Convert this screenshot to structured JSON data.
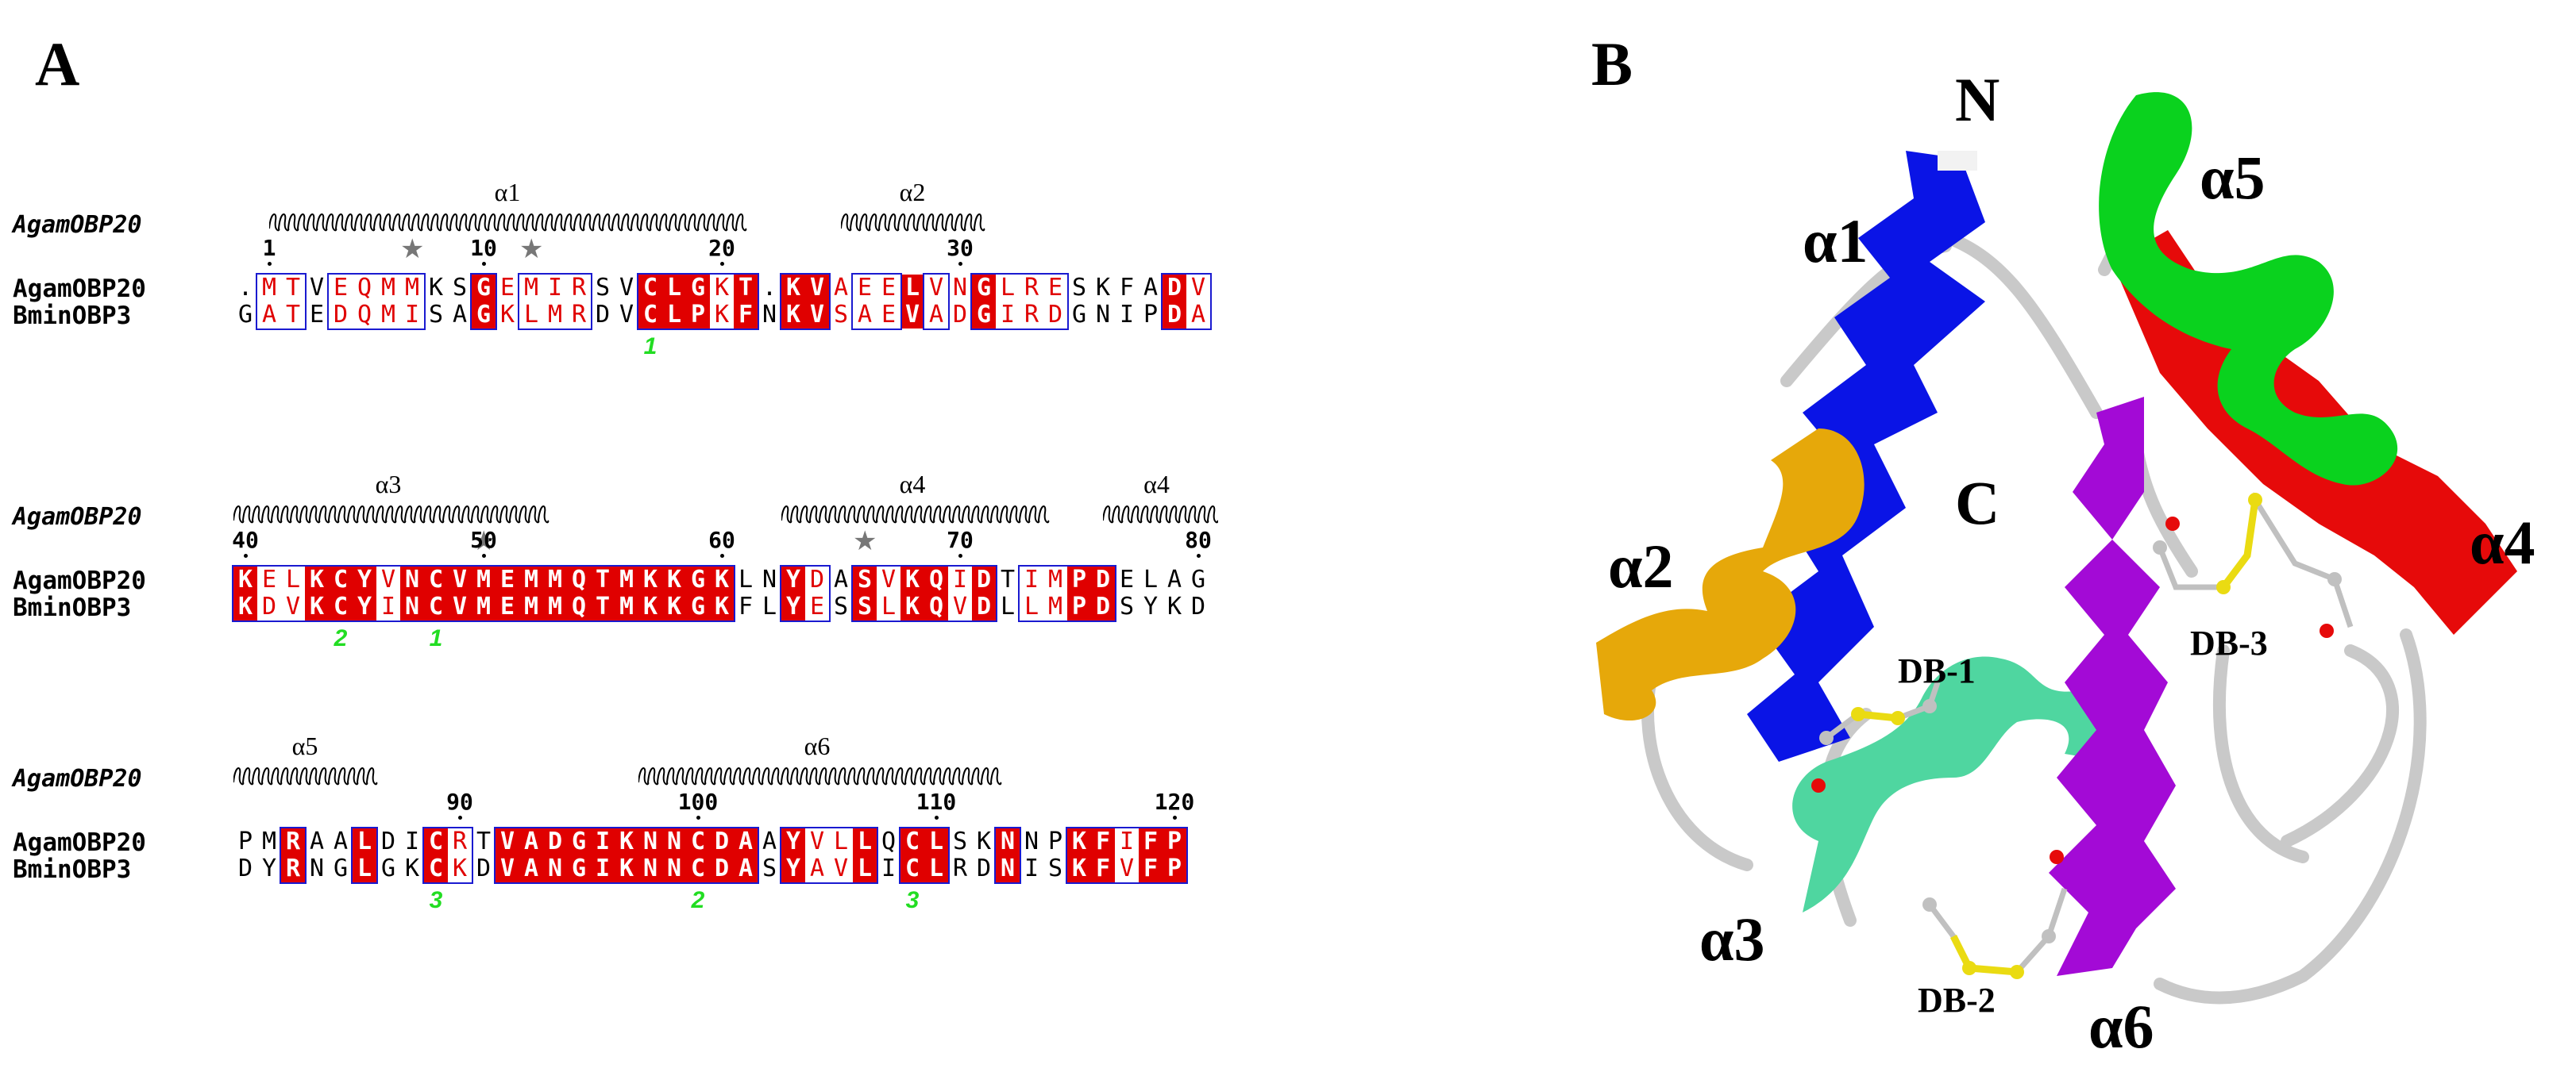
{
  "panels": {
    "a_label": "A",
    "b_label": "B"
  },
  "colors": {
    "conserved_bg": "#e00000",
    "similar_text": "#e00000",
    "box_border": "#1a1ad0",
    "disulfide_label": "#22dd22",
    "star": "#777777"
  },
  "alignment": {
    "title": "AgamOBP20",
    "rows": [
      {
        "start_index": 0,
        "names": [
          "AgamOBP20",
          "BminOBP3"
        ],
        "seq1": ".MTVEQMMKSGEMIRSVCLGKT.KVAEELVNGLRESKFADV",
        "seq2": "GATEDQMISAGKLMRDVCLPKFNKVSAEVADGIRDGNIPDA",
        "conserved": [
          10,
          17,
          18,
          19,
          21,
          23,
          24,
          28,
          31,
          39
        ],
        "similar": [
          1,
          2,
          4,
          5,
          6,
          7,
          11,
          12,
          13,
          14,
          20,
          25,
          26,
          27,
          29,
          30,
          32,
          33,
          34,
          40
        ],
        "boxes": [
          [
            1,
            2
          ],
          [
            4,
            7
          ],
          [
            10,
            10
          ],
          [
            12,
            14
          ],
          [
            17,
            21
          ],
          [
            23,
            24
          ],
          [
            26,
            27
          ],
          [
            29,
            29
          ],
          [
            31,
            34
          ],
          [
            39,
            40
          ]
        ],
        "numbers": [
          {
            "pos": 1,
            "label": "1"
          },
          {
            "pos": 10,
            "label": "10"
          },
          {
            "pos": 20,
            "label": "20"
          },
          {
            "pos": 30,
            "label": "30"
          }
        ],
        "stars": [
          7,
          12
        ],
        "ss_numbers": [
          {
            "pos": 17,
            "label": "1"
          }
        ],
        "helices": [
          {
            "label": "α1",
            "from": 1.5,
            "to": 21.5
          },
          {
            "label": "α2",
            "from": 25.5,
            "to": 31.5
          }
        ]
      },
      {
        "start_index": 40,
        "names": [
          "AgamOBP20",
          "BminOBP3"
        ],
        "seq1": "KELKCYVNCVMEMMQTMKKGKLNYDASVKQIDTIMPDELAG",
        "seq2": "KDVKCYINCVMEMMQTMKKGKFLYESSLKQVDLLMPDSYKD",
        "conserved": [
          0,
          3,
          4,
          5,
          7,
          8,
          9,
          10,
          11,
          12,
          13,
          14,
          15,
          16,
          17,
          18,
          19,
          20,
          23,
          26,
          28,
          29,
          31,
          35,
          36
        ],
        "similar": [
          1,
          2,
          6,
          24,
          27,
          30,
          33,
          34
        ],
        "boxes": [
          [
            0,
            20
          ],
          [
            23,
            24
          ],
          [
            26,
            31
          ],
          [
            33,
            36
          ]
        ],
        "numbers": [
          {
            "pos": 0,
            "label": "40"
          },
          {
            "pos": 10,
            "label": "50"
          },
          {
            "pos": 20,
            "label": "60"
          },
          {
            "pos": 30,
            "label": "70"
          },
          {
            "pos": 40,
            "label": "80"
          }
        ],
        "stars": [
          10,
          26
        ],
        "ss_numbers": [
          {
            "pos": 4,
            "label": "2"
          },
          {
            "pos": 8,
            "label": "1"
          }
        ],
        "helices": [
          {
            "label": "α3",
            "from": 0,
            "to": 13
          },
          {
            "label": "α4",
            "from": 23,
            "to": 34
          },
          {
            "label": "α4",
            "from": 36.5,
            "to": 41
          }
        ]
      },
      {
        "start_index": 81,
        "names": [
          "AgamOBP20",
          "BminOBP3"
        ],
        "seq1": "PMRAALDICRTVADGIKNNCDAAYVLLQCLSKNNPKFIFP",
        "seq2": "DYRNGLGKCKDVANGIKNNCDASYAVLICLRDNISKFVFP",
        "conserved": [
          2,
          5,
          8,
          11,
          12,
          13,
          14,
          15,
          16,
          17,
          18,
          19,
          20,
          21,
          23,
          26,
          28,
          29,
          32,
          35,
          36,
          38,
          39
        ],
        "similar": [
          9,
          24,
          25,
          37
        ],
        "boxes": [
          [
            2,
            2
          ],
          [
            5,
            5
          ],
          [
            8,
            9
          ],
          [
            11,
            21
          ],
          [
            23,
            26
          ],
          [
            28,
            29
          ],
          [
            32,
            32
          ],
          [
            35,
            39
          ]
        ],
        "numbers": [
          {
            "pos": 9,
            "label": "90"
          },
          {
            "pos": 19,
            "label": "100"
          },
          {
            "pos": 29,
            "label": "110"
          },
          {
            "pos": 39,
            "label": "120"
          }
        ],
        "stars": [],
        "ss_numbers": [
          {
            "pos": 8,
            "label": "3"
          },
          {
            "pos": 19,
            "label": "2"
          },
          {
            "pos": 28,
            "label": "3"
          }
        ],
        "helices": [
          {
            "label": "α5",
            "from": 0,
            "to": 6
          },
          {
            "label": "α6",
            "from": 17,
            "to": 32
          }
        ]
      }
    ]
  },
  "structure": {
    "n_term": "N",
    "c_term": "C",
    "helices": [
      {
        "label": "α1",
        "color": "#0a14e6"
      },
      {
        "label": "α2",
        "color": "#e6a80a"
      },
      {
        "label": "α3",
        "color": "#4fd6a0"
      },
      {
        "label": "α4",
        "color": "#e60a0a"
      },
      {
        "label": "α5",
        "color": "#0ad21e"
      },
      {
        "label": "α6",
        "color": "#a30ad6"
      }
    ],
    "disulfides": [
      "DB-1",
      "DB-2",
      "DB-3"
    ]
  }
}
